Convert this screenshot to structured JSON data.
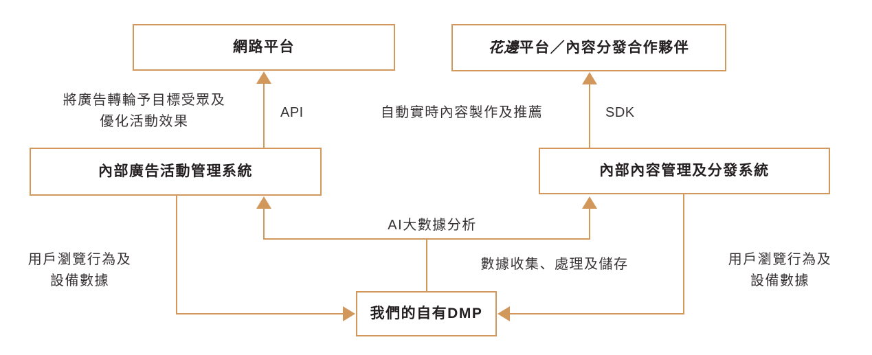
{
  "diagram": {
    "accent_color": "#d2975a",
    "nodes": {
      "network_platform": {
        "label": "網路平台"
      },
      "huabian_platform": {
        "label_italic": "花邊",
        "label_rest": "平台／內容分發合作夥伴"
      },
      "ad_system": {
        "label": "內部廣告活動管理系統"
      },
      "content_system": {
        "label": "內部內容管理及分發系統"
      },
      "dmp": {
        "label": "我們的自有DMP"
      }
    },
    "edge_labels": {
      "ad_delivery_line1": "將廣告轉輪予目標受眾及",
      "ad_delivery_line2": "優化活動效果",
      "api": "API",
      "auto_content": "自動實時內容製作及推薦",
      "sdk": "SDK",
      "ai_analysis": "AI大數據分析",
      "user_behavior_left_line1": "用戶瀏覽行為及",
      "user_behavior_left_line2": "設備數據",
      "data_collection": "數據收集、處理及儲存",
      "user_behavior_right_line1": "用戶瀏覽行為及",
      "user_behavior_right_line2": "設備數據"
    }
  }
}
